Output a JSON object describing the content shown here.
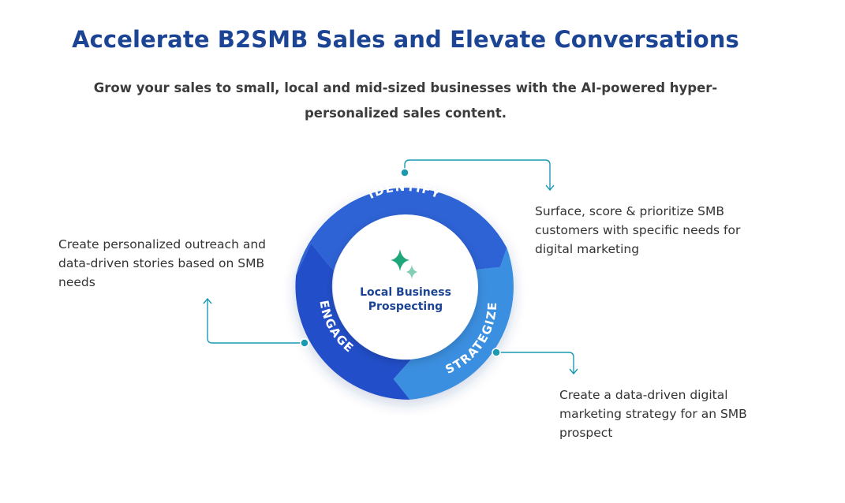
{
  "header": {
    "title": "Accelerate B2SMB Sales and Elevate Conversations",
    "subtitle": "Grow your sales to small, local and mid-sized businesses with the AI-powered hyper-personalized sales content."
  },
  "cycle": {
    "center_line1": "Local Business",
    "center_line2": "Prospecting",
    "stages": {
      "identify": {
        "label": "IDENTIFY",
        "description": "Surface, score & prioritize SMB customers with specific needs for digital marketing"
      },
      "strategize": {
        "label": "STRATEGIZE",
        "description": "Create a data-driven digital marketing strategy for an SMB prospect"
      },
      "engage": {
        "label": "ENGAGE",
        "description": "Create personalized outreach and data-driven stories based on SMB needs"
      }
    }
  },
  "colors": {
    "title": "#1c4495",
    "identify": "#2f63d6",
    "strategize": "#3b8fe0",
    "engage": "#234fc9",
    "connector": "#1a9ab0",
    "sparkle": "#1fa67a"
  }
}
